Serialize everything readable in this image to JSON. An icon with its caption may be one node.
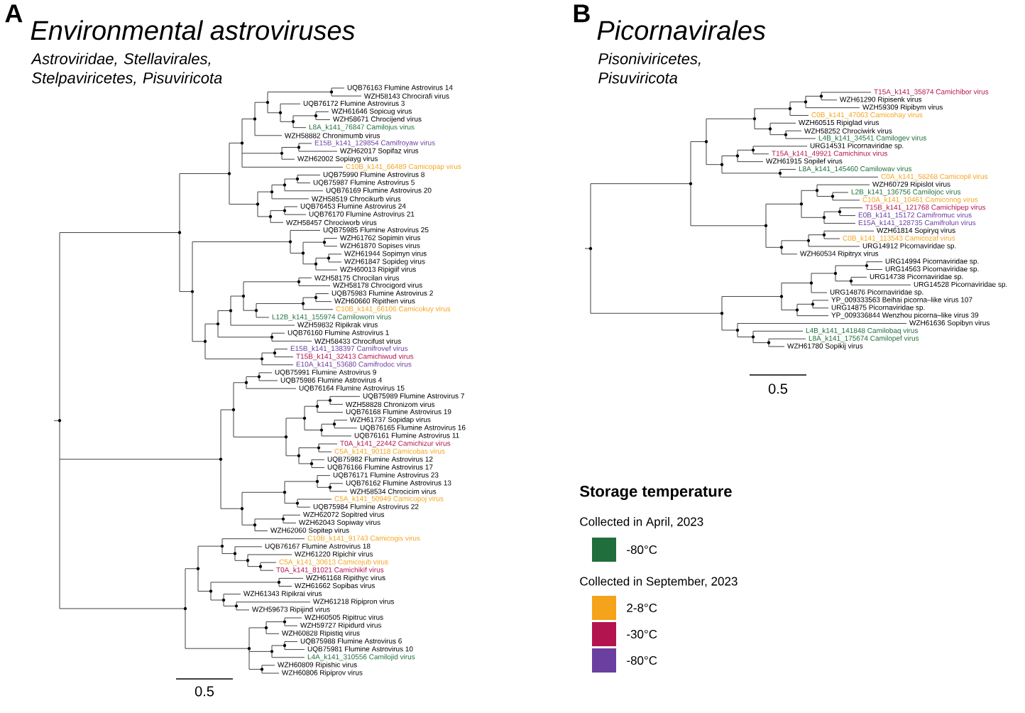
{
  "diagram": {
    "labels": [
      "A",
      "Environmental astroviruses",
      "Astroviridae, Stellavirales, Stelpaviricetes, Pisuviricota",
      "UQB76163 Flumine Astrovirus 14",
      "WZH58143 Chrocirafi virus",
      "UQB76172 Flumine Astrovirus 3",
      "WZH61646 Sopicug virus",
      "WZH58671 Chrocijend virus",
      "L8A_k141_76847 Camilojus virus",
      "WZH58882 Chronimumb virus",
      "E15B_k141_129854 Camifroyaw virus",
      "WZH62017 Sopifaz virus",
      "WZH62002 Sopiayg virus",
      "C10B_k141_66489 Camicopap virus",
      "UQB75990 Flumine Astrovirus 8",
      "UQB75987 Flumine Astrovirus 5",
      "UQB76169 Flumine Astrovirus 20",
      "WZH58519 Chrocikurb virus",
      "UQB76453 Flumine Astrovirus 24",
      "UQB76170 Flumine Astrovirus 21",
      "WZH58457 Chrociworb virus",
      "UQB75985 Flumine Astrovirus 25",
      "WZH61762 Sopimin virus",
      "WZH61870 Sopises virus",
      "WZH61944 Sopimyn virus",
      "WZH61847 Sopideg virus",
      "WZH60013 Ripigiif virus",
      "WZH58175 Chrocilan virus",
      "WZH58178 Chrocigord virus",
      "UQB75983 Flumine Astrovirus 2",
      "WZH60660 Ripithen virus",
      "C10B_k141_66106 Camicokuy virus",
      "L12B_k141_155974 Camilowom virus",
      "WZH59832 Ripikrak virus",
      "UQB76160 Flumine Astrovirus 1",
      "WZH58433 Chrocifust virus",
      "E15B_k141_138397 Camifrovef virus",
      "T15B_k141_32413 Camichiwud virus",
      "E10A_k141_53680 Camifrodoc virus",
      "UQB75991 Flumine Astrovirus 9",
      "UQB75986 Flumine Astrovirus 4",
      "UQB76164 Flumine Astrovirus 15",
      "UQB75989 Flumine Astrovirus 7",
      "WZH58828 Chronizom virus",
      "UQB76168 Flumine Astrovirus 19",
      "WZH61737 Sopidap virus",
      "UQB76165 Flumine Astrovirus 16",
      "UQB76161 Flumine Astrovirus 11",
      "T0A_k141_22442 Camichizur virus",
      "C5A_k141_90118 Camicobas virus",
      "UQB75982 Flumine Astrovirus 12",
      "UQB76166 Flumine Astrovirus 17",
      "UQB76171 Flumine Astrovirus 23",
      "UQB76162 Flumine Astrovirus 13",
      "WZH58534 Chrocicim virus",
      "C5A_k141_50949 Camicopoj virus",
      "UQB75984 Flumine Astrovirus 22",
      "WZH62072 Sopitred virus",
      "WZH62043 Sopiway virus",
      "WZH62060 Sopitep virus",
      "C10B_k141_91743 Camicogis virus",
      "UQB76167 Flumine Astrovirus 18",
      "WZH61220 Ripichir virus",
      "C5A_k141_30613 Camicojub virus",
      "T0A_k141_81021 Camichikif virus",
      "WZH61168 Ripithyc virus",
      "WZH61662 Sopibas virus",
      "WZH61343 Ripikrai virus",
      "WZH61218 Ripipron virus",
      "WZH59673 Ripijind virus",
      "WZH60505 Ripitruc virus",
      "WZH59727 Ripidurd virus",
      "WZH60828 Ripistiq virus",
      "UQB75988 Flumine Astrovirus 6",
      "UQB75981 Flumine Astrovirus 10",
      "L4A_k141_310556 Camilojid virus",
      "WZH60809 Ripishic virus",
      "WZH60806 Ripiprov virus",
      "0.5",
      "B",
      "Picornavirales",
      "Pisoniviricetes, Pisuviricota",
      "T15A_k141_35874 Camichibor virus",
      "WZH61290 Ripisenk virus",
      "WZH59309 Ripibym virus",
      "C0B_k141_47063 Camicohay virus",
      "WZH60515 Ripiglad virus",
      "WZH58252 Chrociwirk virus",
      "L4B_k141_34541 Camilogev virus",
      "URG14531 Picornaviridae sp.",
      "T15A_k141_49921 Camichinux virus",
      "WZH61915 Sopilef virus",
      "L8A_k141_145460 Camilowav virus",
      "C0A_k141_58268 Camicopil virus",
      "WZH60729 Ripislot virus",
      "L2B_k141_136756 Camilojoc virus",
      "C10A_k141_10461 Camiconog virus",
      "T15B_k141_121768 Camichipep virus",
      "E0B_k141_15172 Camifromuc virus",
      "E15A_k141_128735 Camifrolun virus",
      "WZH61814 Sopiryq virus",
      "C0B_k141_113543 Camicozaf virus",
      "URG14912 Picornaviridae sp.",
      "WZH60534 Ripitryx virus",
      "URG14994 Picornaviridae sp.",
      "URG14563 Picornaviridae sp.",
      "URG14738 Picornaviridae sp.",
      "URG14528 Picornaviridae sp.",
      "URG14876 Picornaviridae sp.",
      "YP_009333563 Beihai picorna–like virus 107",
      "URG14875 Picornaviridae sp.",
      "YP_009336844 Wenzhou picorna–like virus 39",
      "WZH61636 Sopibyn virus",
      "L4B_k141_141848 Camilobaq virus",
      "L8A_k141_175674 Camilopef virus",
      "WZH61780 Sopikij virus",
      "0.5",
      "Storage temperature",
      "Collected in April, 2023",
      "Collected in September, 2023"
    ],
    "legend": [
      {
        "text": "-80°C",
        "color": "#1f6e3b"
      },
      {
        "text": "2-8°C",
        "color": "#f5a31a"
      },
      {
        "text": "-30°C",
        "color": "#b3144f"
      },
      {
        "text": "-80°C",
        "color": "#6b3fa0"
      }
    ]
  }
}
